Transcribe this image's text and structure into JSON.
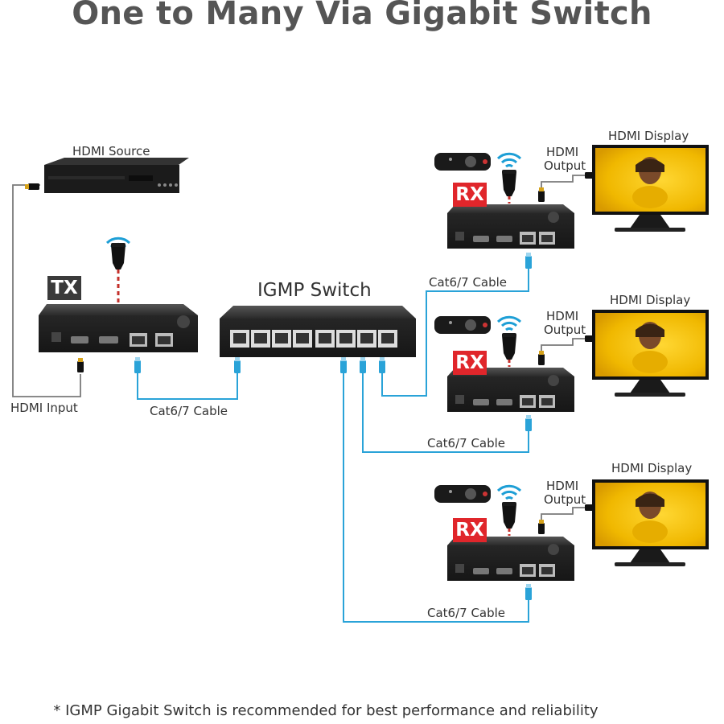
{
  "title": "One to Many Via Gigabit Switch",
  "labels": {
    "hdmi_source": "HDMI Source",
    "hdmi_input": "HDMI Input",
    "tx": "TX",
    "igmp_switch": "IGMP Switch",
    "cable_tx": "Cat6/7 Cable",
    "footnote": "* IGMP Gigabit Switch is recommended for best performance and reliability"
  },
  "receivers": [
    {
      "tag": "RX",
      "output_line1": "HDMI",
      "output_line2": "Output",
      "display": "HDMI Display",
      "cable": "Cat6/7 Cable"
    },
    {
      "tag": "RX",
      "output_line1": "HDMI",
      "output_line2": "Output",
      "display": "HDMI Display",
      "cable": "Cat6/7 Cable"
    },
    {
      "tag": "RX",
      "output_line1": "HDMI",
      "output_line2": "Output",
      "display": "HDMI Display",
      "cable": "Cat6/7 Cable"
    }
  ],
  "colors": {
    "cat_cable": "#2aa3d8",
    "hdmi_cable": "#7a7a7a",
    "rx_tag": "#e0262b",
    "tx_tag": "#3a3a3a",
    "device_body": "#2b2b2b",
    "screen_yellow": "#f2c21a"
  }
}
